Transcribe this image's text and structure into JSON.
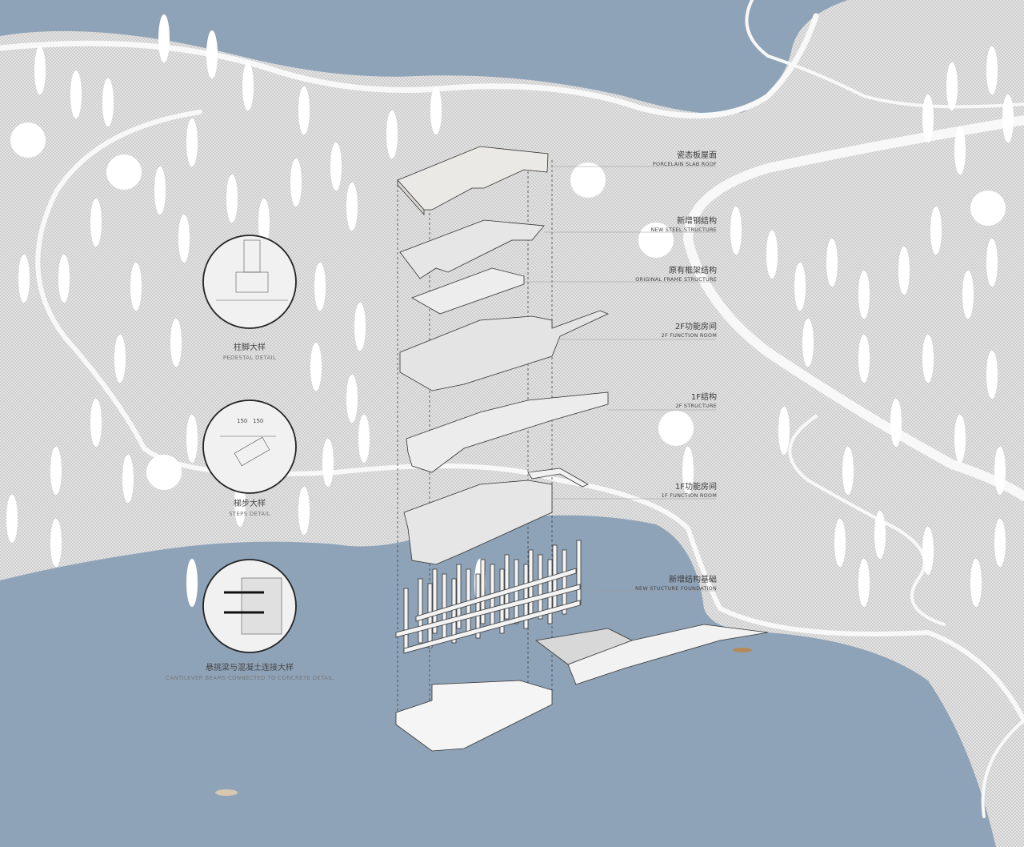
{
  "colors": {
    "water": "#8fa3b8",
    "land": "#dcdcdc",
    "road": "#f7f7f7",
    "tree": "#ffffff",
    "slab": "#eeeeee",
    "line": "#333333"
  },
  "layers": [
    {
      "zh": "瓷态板屋面",
      "en": "PORCELAIN SLAB ROOF"
    },
    {
      "zh": "新增钢结构",
      "en": "NEW STEEL STRUCTURE"
    },
    {
      "zh": "原有框架结构",
      "en": "ORIGINAL FRAME STRUCTURE"
    },
    {
      "zh": "2F功能房间",
      "en": "2F FUNCTION ROOM"
    },
    {
      "zh": "1F结构",
      "en": "2F STRUCTURE"
    },
    {
      "zh": "1F功能房间",
      "en": "1F FUNCTION ROOM"
    },
    {
      "zh": "新增结构基础",
      "en": "NEW STUCTURE FOUNDATION"
    }
  ],
  "details": [
    {
      "zh": "柱脚大样",
      "en": "PEDESTAL DETAIL"
    },
    {
      "zh": "梯步大样",
      "en": "STEPS DETAIL",
      "dims": [
        "150",
        "150"
      ]
    },
    {
      "zh": "悬挑梁与混凝土连接大样",
      "en": "CANTILEVER BEAMS CONNECTED TO CONCRETE DETAIL"
    }
  ]
}
